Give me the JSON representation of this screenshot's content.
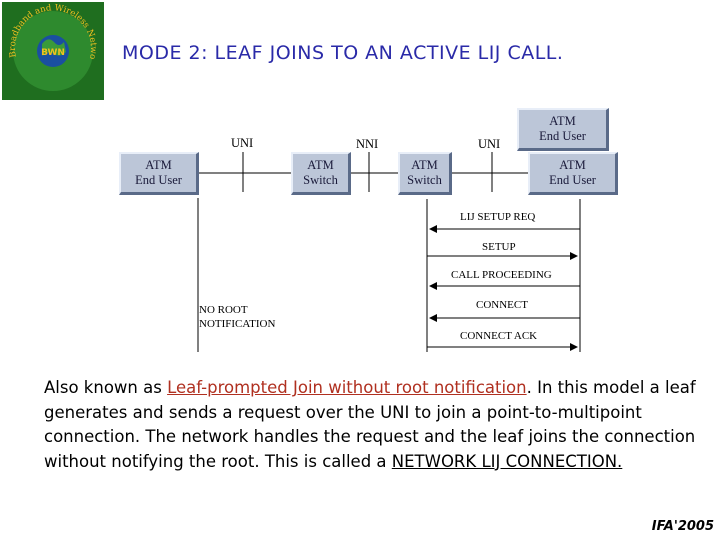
{
  "title": "MODE 2:  LEAF JOINS TO AN ACTIVE LIJ CALL.",
  "logo": {
    "arc_text": "Broadband and Wireless Networking Laboratory",
    "center_text": "BWN"
  },
  "colors": {
    "title": "#2a2aa8",
    "logo_bg": "#1f6e1f",
    "logo_text": "#f0c020",
    "highlight": "#b03020",
    "box_fill": "#bcc6d8"
  },
  "diagram": {
    "interfaces": {
      "uni_left": "UNI",
      "nni": "NNI",
      "uni_right": "UNI"
    },
    "entities": {
      "end_user_left": [
        "ATM",
        "End User"
      ],
      "switch_1": [
        "ATM",
        "Switch"
      ],
      "switch_2": [
        "ATM",
        "Switch"
      ],
      "end_user_top": [
        "ATM",
        "End User"
      ],
      "end_user_right": [
        "ATM",
        "End User"
      ]
    },
    "messages": [
      {
        "label": "LIJ SETUP REQ",
        "direction": "left"
      },
      {
        "label": "SETUP",
        "direction": "right"
      },
      {
        "label": "CALL PROCEEDING",
        "direction": "left"
      },
      {
        "label": "CONNECT",
        "direction": "left"
      },
      {
        "label": "CONNECT ACK",
        "direction": "right"
      }
    ],
    "note": [
      "NO ROOT",
      "NOTIFICATION"
    ]
  },
  "body": {
    "p1": "Also known as ",
    "p2": "Leaf-prompted Join without root notification",
    "p3": ".  In this model a leaf generates and sends a request over the UNI to join a point-to-multipoint connection. The network handles the request and the leaf joins the connection without notifying the root. This is called a ",
    "p4": "NETWORK  LIJ CONNECTION."
  },
  "signature": "IFA'2005"
}
